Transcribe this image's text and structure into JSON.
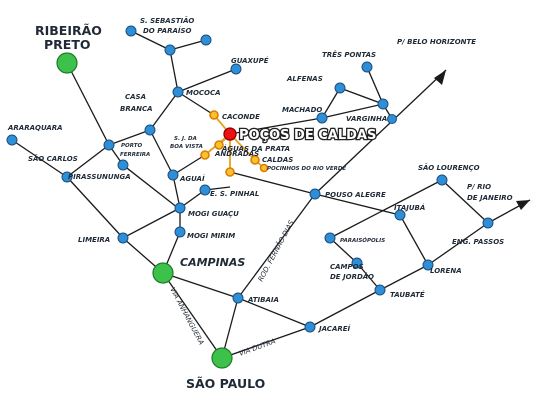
{
  "title": "POÇOS DE CALDAS",
  "cities": {
    "ribeirao_preto": "RIBEIRÃO",
    "ribeirao_preto_2": "PRETO",
    "sao_sebastiao": "S. SEBASTIÃO",
    "sao_sebastiao_2": "DO PARAÍSO",
    "guaxupe": "GUAXUPÉ",
    "tres_pontas": "TRÊS PONTAS",
    "belo_horizonte": "P/ BELO HORIZONTE",
    "casa_branca": "CASA",
    "casa_branca_2": "BRANCA",
    "mococa": "MOCOCA",
    "alfenas": "ALFENAS",
    "araraquara": "ARARAQUARA",
    "caconde": "CACONDE",
    "machado": "MACHADO",
    "varginha": "VARGINHA",
    "sjbv": "S. J. DA",
    "sjbv_2": "BOA VISTA",
    "aguas_prata": "ÁGUAS DA PRATA",
    "sao_carlos": "SÃO CARLOS",
    "porto_ferreira": "PORTO",
    "porto_ferreira_2": "FERREIRA",
    "andradas": "ANDRADAS",
    "caldas": "CALDAS",
    "pocinhos": "POCINHOS DO RIO VERDE",
    "sao_lourenco": "SÃO LOURENÇO",
    "rio_janeiro": "P/ RIO",
    "rio_janeiro_2": "DE JANEIRO",
    "pirassununga": "PIRASSUNUNGA",
    "aguai": "AGUAÍ",
    "es_pinhal": "E. S. PINHAL",
    "pouso_alegre": "POUSO ALEGRE",
    "itajuba": "ITAJUBÁ",
    "mogi_guacu": "MOGI GUAÇU",
    "paraisopolis": "PARAISÓPOLIS",
    "eng_passos": "ENG. PASSOS",
    "limeira": "LIMEIRA",
    "mogi_mirim": "MOGI MIRIM",
    "campos_jordao": "CAMPOS",
    "campos_jordao_2": "DE JORDÃO",
    "lorena": "LORENA",
    "campinas": "CAMPINAS",
    "taubate": "TAUBATÉ",
    "atibaia": "ATIBAIA",
    "jacarei": "JACAREÍ",
    "sao_paulo": "SÃO PAULO"
  },
  "highways": {
    "fernao_dias": "ROD. FERNÃO DIAS",
    "anhanguera": "VIA ANHANGUERA",
    "dutra": "VIA DUTRA"
  },
  "colors": {
    "node": "#2f8fd6",
    "major": "#3cc24a",
    "nearby": "#f4c430",
    "center": "#ee1111"
  }
}
